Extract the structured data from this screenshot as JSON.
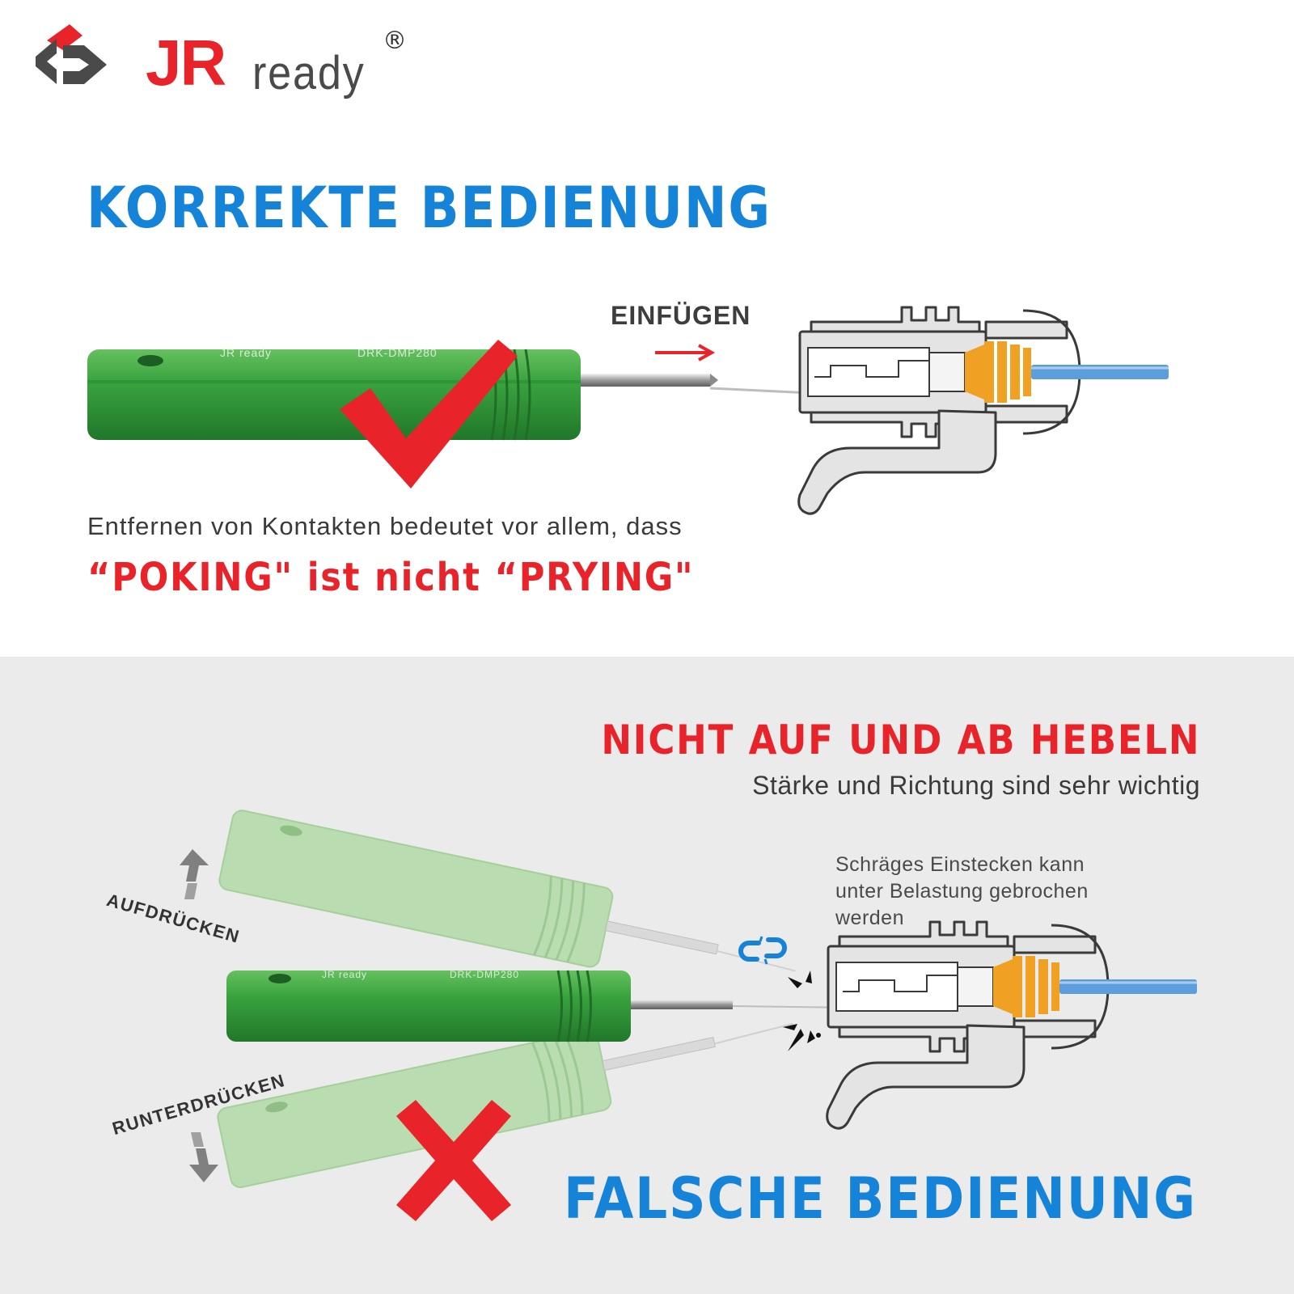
{
  "brand": {
    "jr": "JR",
    "ready": "ready",
    "registered": "®",
    "handle_brand": "JR ready",
    "handle_model": "DRK-DMP280"
  },
  "correct": {
    "heading": "KORREKTE BEDIENUNG",
    "insert_label": "EINFÜGEN",
    "description": "Entfernen von Kontakten bedeutet vor allem, dass",
    "emphasis": "“POKING\" ist nicht “PRYING\""
  },
  "wrong": {
    "title": "NICHT AUF UND AB HEBELN",
    "subtitle": "Stärke und Richtung sind sehr wichtig",
    "note": "Schräges Einstecken kann unter Belastung gebrochen werden",
    "push_up": "AUFDRÜCKEN",
    "push_down": "RUNTERDRÜCKEN",
    "heading": "FALSCHE BEDIENUNG"
  },
  "colors": {
    "blue": "#1583d8",
    "red": "#e8242a",
    "green": "#3aa43f",
    "ghost_green": "#b9dcb0",
    "orange": "#f0a023",
    "wire": "#5b9edb",
    "gray_panel": "#ebebeb"
  },
  "icons": [
    "logo-mark-icon",
    "checkmark-icon",
    "cross-icon",
    "arrow-right-icon",
    "arrow-up-icon",
    "arrow-down-icon",
    "broken-link-icon",
    "impact-burst-icon"
  ]
}
